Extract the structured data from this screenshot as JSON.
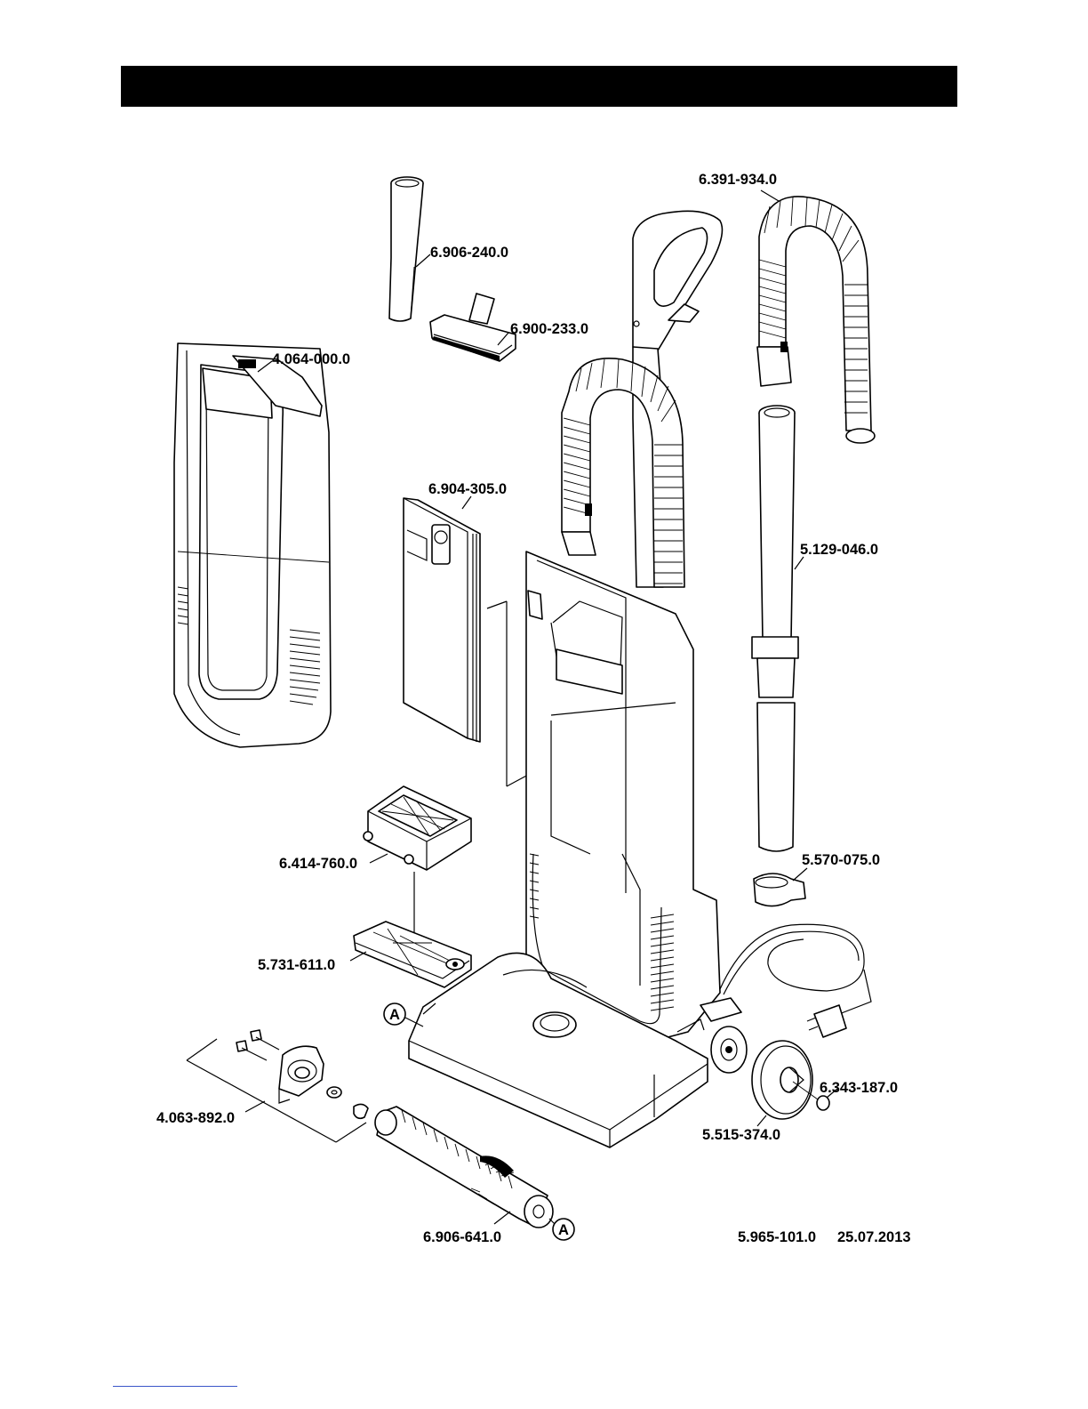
{
  "parts": [
    {
      "id": "attachment-crevice-tool",
      "number": "6.906-240.0"
    },
    {
      "id": "upholstery-tool",
      "number": "6.900-233.0"
    },
    {
      "id": "front-cover",
      "number": "4.064-000.0"
    },
    {
      "id": "filter-bag",
      "number": "6.904-305.0"
    },
    {
      "id": "hepa-filter",
      "number": "6.414-760.0"
    },
    {
      "id": "filter-grid",
      "number": "5.731-611.0"
    },
    {
      "id": "brush-bearing-kit",
      "number": "4.063-892.0"
    },
    {
      "id": "brush-roll",
      "number": "6.906-641.0"
    },
    {
      "id": "suction-hose",
      "number": "6.391-934.0"
    },
    {
      "id": "extension-wand",
      "number": "5.129-046.0"
    },
    {
      "id": "wand-clip",
      "number": "5.570-075.0"
    },
    {
      "id": "wheel",
      "number": "5.515-374.0"
    },
    {
      "id": "wheel-cap",
      "number": "6.343-187.0"
    }
  ],
  "callouts": {
    "a_top": "A",
    "a_bottom": "A"
  },
  "footer": {
    "doc_number": "5.965-101.0",
    "date": "25.07.2013"
  },
  "colors": {
    "header_bar": "#000000",
    "footer_rule": "#3a56c8"
  }
}
